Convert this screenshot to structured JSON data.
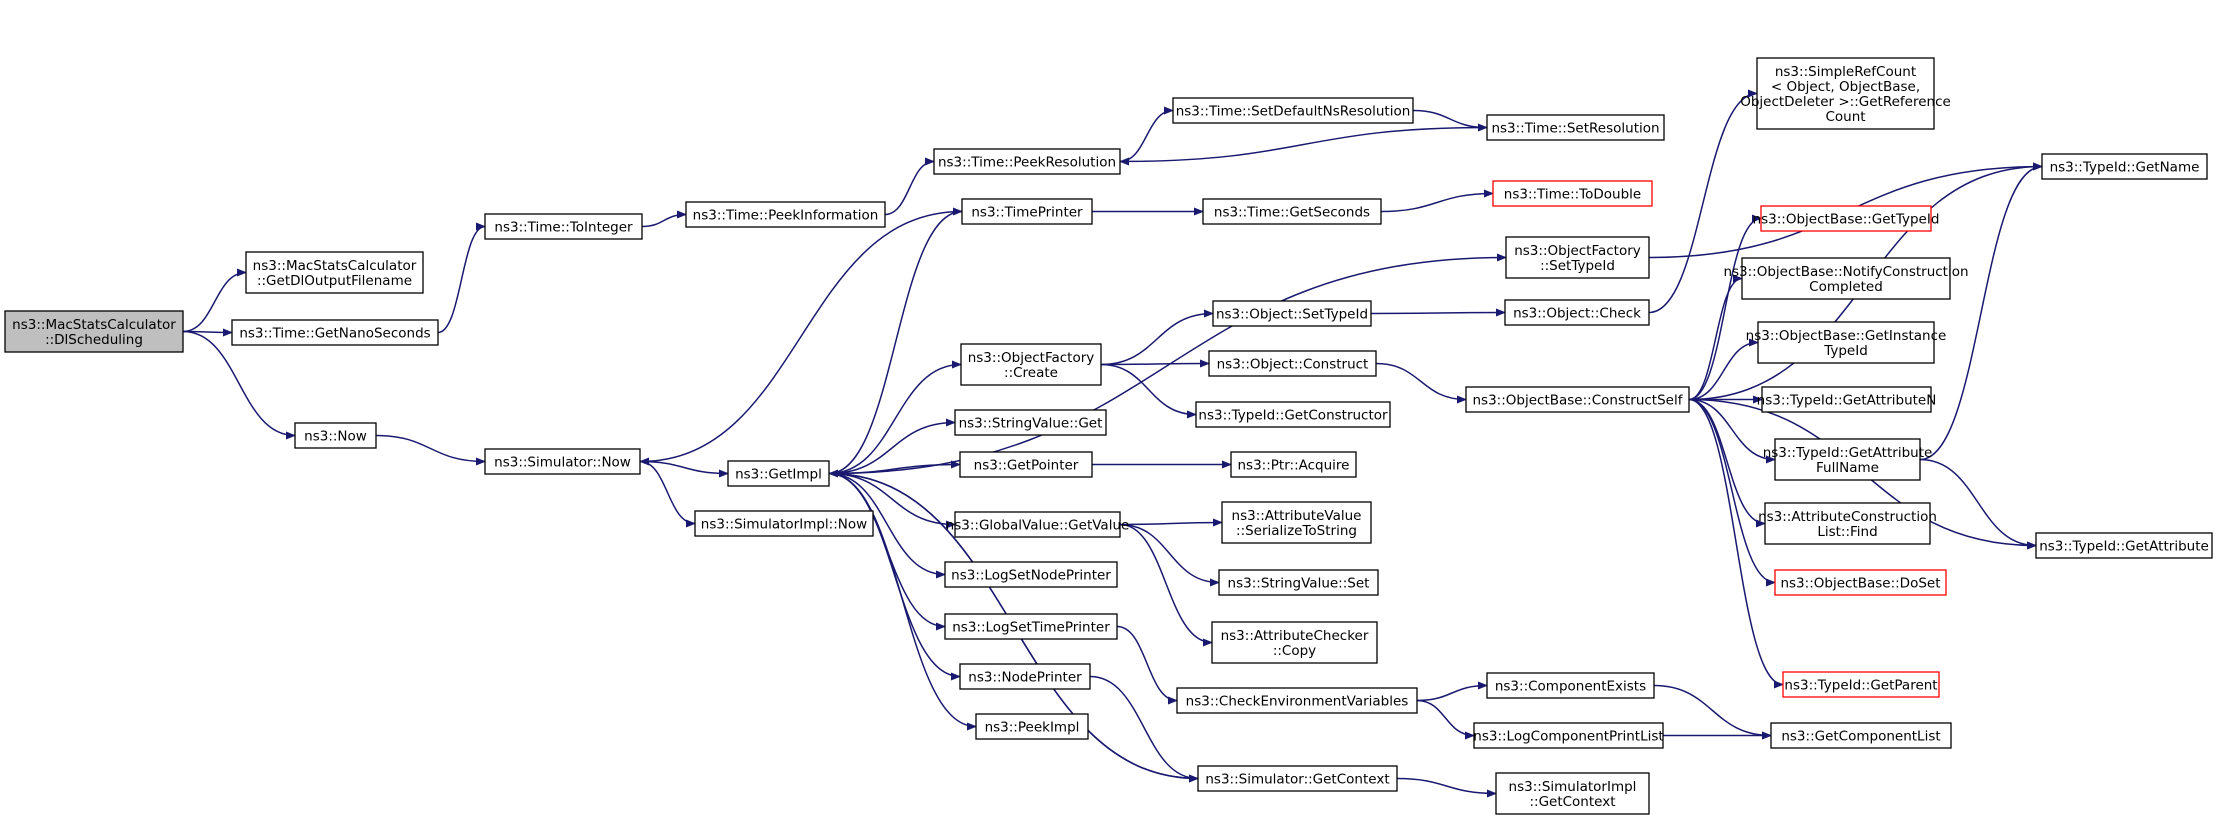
{
  "colors": {
    "edge": "#191970",
    "root_fill": "#bfbfbf",
    "node_border": "#000000",
    "incomplete_border": "#ff0000"
  },
  "nodes": {
    "root": {
      "lines": [
        "ns3::MacStatsCalculator",
        "::DlScheduling"
      ],
      "root": true
    },
    "getDlOutputFilename": {
      "lines": [
        "ns3::MacStatsCalculator",
        "::GetDlOutputFilename"
      ]
    },
    "getNanoSeconds": {
      "lines": [
        "ns3::Time::GetNanoSeconds"
      ]
    },
    "now": {
      "lines": [
        "ns3::Now"
      ]
    },
    "toInteger": {
      "lines": [
        "ns3::Time::ToInteger"
      ]
    },
    "peekInformation": {
      "lines": [
        "ns3::Time::PeekInformation"
      ]
    },
    "peekResolution": {
      "lines": [
        "ns3::Time::PeekResolution"
      ]
    },
    "setDefaultNsResolution": {
      "lines": [
        "ns3::Time::SetDefaultNsResolution"
      ]
    },
    "setResolution": {
      "lines": [
        "ns3::Time::SetResolution"
      ]
    },
    "simulatorNow": {
      "lines": [
        "ns3::Simulator::Now"
      ]
    },
    "simulatorImplNow": {
      "lines": [
        "ns3::SimulatorImpl::Now"
      ]
    },
    "getImpl": {
      "lines": [
        "ns3::GetImpl"
      ]
    },
    "timePrinter": {
      "lines": [
        "ns3::TimePrinter"
      ]
    },
    "getSeconds": {
      "lines": [
        "ns3::Time::GetSeconds"
      ]
    },
    "toDouble": {
      "lines": [
        "ns3::Time::ToDouble"
      ],
      "incomplete": true
    },
    "objectFactoryCreate": {
      "lines": [
        "ns3::ObjectFactory",
        "::Create"
      ]
    },
    "objectSetTypeId": {
      "lines": [
        "ns3::Object::SetTypeId"
      ]
    },
    "objectConstruct": {
      "lines": [
        "ns3::Object::Construct"
      ]
    },
    "getConstructor": {
      "lines": [
        "ns3::TypeId::GetConstructor"
      ]
    },
    "objectCheck": {
      "lines": [
        "ns3::Object::Check"
      ]
    },
    "objectFactorySetTypeId": {
      "lines": [
        "ns3::ObjectFactory",
        "::SetTypeId"
      ]
    },
    "constructSelf": {
      "lines": [
        "ns3::ObjectBase::ConstructSelf"
      ]
    },
    "simpleRefCount": {
      "lines": [
        "ns3::SimpleRefCount",
        "< Object, ObjectBase,",
        "ObjectDeleter >::GetReference",
        "Count"
      ]
    },
    "getName": {
      "lines": [
        "ns3::TypeId::GetName"
      ]
    },
    "getTypeId": {
      "lines": [
        "ns3::ObjectBase::GetTypeId"
      ],
      "incomplete": true
    },
    "notifyConstruction": {
      "lines": [
        "ns3::ObjectBase::NotifyConstruction",
        "Completed"
      ]
    },
    "getInstanceTypeId": {
      "lines": [
        "ns3::ObjectBase::GetInstance",
        "TypeId"
      ]
    },
    "getAttributeN": {
      "lines": [
        "ns3::TypeId::GetAttributeN"
      ]
    },
    "getAttributeFullName": {
      "lines": [
        "ns3::TypeId::GetAttribute",
        "FullName"
      ]
    },
    "getAttribute": {
      "lines": [
        "ns3::TypeId::GetAttribute"
      ]
    },
    "attrConstructionListFind": {
      "lines": [
        "ns3::AttributeConstruction",
        "List::Find"
      ]
    },
    "doSet": {
      "lines": [
        "ns3::ObjectBase::DoSet"
      ],
      "incomplete": true
    },
    "getParent": {
      "lines": [
        "ns3::TypeId::GetParent"
      ],
      "incomplete": true
    },
    "stringValueGet": {
      "lines": [
        "ns3::StringValue::Get"
      ]
    },
    "getPointer": {
      "lines": [
        "ns3::GetPointer"
      ]
    },
    "ptrAcquire": {
      "lines": [
        "ns3::Ptr::Acquire"
      ]
    },
    "globalValueGetValue": {
      "lines": [
        "ns3::GlobalValue::GetValue"
      ]
    },
    "serializeToString": {
      "lines": [
        "ns3::AttributeValue",
        "::SerializeToString"
      ]
    },
    "stringValueSet": {
      "lines": [
        "ns3::StringValue::Set"
      ]
    },
    "attributeCheckerCopy": {
      "lines": [
        "ns3::AttributeChecker",
        "::Copy"
      ]
    },
    "logSetNodePrinter": {
      "lines": [
        "ns3::LogSetNodePrinter"
      ]
    },
    "logSetTimePrinter": {
      "lines": [
        "ns3::LogSetTimePrinter"
      ]
    },
    "nodePrinter": {
      "lines": [
        "ns3::NodePrinter"
      ]
    },
    "peekImpl": {
      "lines": [
        "ns3::PeekImpl"
      ]
    },
    "checkEnvVars": {
      "lines": [
        "ns3::CheckEnvironmentVariables"
      ]
    },
    "componentExists": {
      "lines": [
        "ns3::ComponentExists"
      ]
    },
    "logComponentPrintList": {
      "lines": [
        "ns3::LogComponentPrintList"
      ]
    },
    "getComponentList": {
      "lines": [
        "ns3::GetComponentList"
      ]
    },
    "simulatorGetContext": {
      "lines": [
        "ns3::Simulator::GetContext"
      ]
    },
    "simulatorImplGetContext": {
      "lines": [
        "ns3::SimulatorImpl",
        "::GetContext"
      ]
    }
  },
  "edges": [
    [
      "root",
      "getDlOutputFilename"
    ],
    [
      "root",
      "getNanoSeconds"
    ],
    [
      "root",
      "now"
    ],
    [
      "getNanoSeconds",
      "toInteger"
    ],
    [
      "toInteger",
      "peekInformation"
    ],
    [
      "peekInformation",
      "peekResolution"
    ],
    [
      "peekResolution",
      "setDefaultNsResolution"
    ],
    [
      "setDefaultNsResolution",
      "setResolution"
    ],
    [
      "setResolution",
      "peekResolution"
    ],
    [
      "now",
      "simulatorNow"
    ],
    [
      "simulatorNow",
      "getImpl"
    ],
    [
      "simulatorNow",
      "simulatorImplNow"
    ],
    [
      "getImpl",
      "timePrinter"
    ],
    [
      "getImpl",
      "objectFactorySetTypeId"
    ],
    [
      "getImpl",
      "objectFactoryCreate"
    ],
    [
      "getImpl",
      "stringValueGet"
    ],
    [
      "getImpl",
      "getPointer"
    ],
    [
      "getImpl",
      "globalValueGetValue"
    ],
    [
      "getImpl",
      "logSetNodePrinter"
    ],
    [
      "getImpl",
      "logSetTimePrinter"
    ],
    [
      "getImpl",
      "nodePrinter"
    ],
    [
      "getImpl",
      "peekImpl"
    ],
    [
      "getImpl",
      "simulatorGetContext"
    ],
    [
      "timePrinter",
      "simulatorNow"
    ],
    [
      "timePrinter",
      "getSeconds"
    ],
    [
      "getSeconds",
      "toDouble"
    ],
    [
      "objectFactorySetTypeId",
      "getName"
    ],
    [
      "objectFactoryCreate",
      "objectSetTypeId"
    ],
    [
      "objectFactoryCreate",
      "objectConstruct"
    ],
    [
      "objectFactoryCreate",
      "getConstructor"
    ],
    [
      "objectSetTypeId",
      "objectCheck"
    ],
    [
      "objectCheck",
      "simpleRefCount"
    ],
    [
      "objectConstruct",
      "constructSelf"
    ],
    [
      "constructSelf",
      "getName"
    ],
    [
      "constructSelf",
      "getTypeId"
    ],
    [
      "constructSelf",
      "notifyConstruction"
    ],
    [
      "constructSelf",
      "getInstanceTypeId"
    ],
    [
      "constructSelf",
      "getAttributeN"
    ],
    [
      "constructSelf",
      "getAttributeFullName"
    ],
    [
      "constructSelf",
      "attrConstructionListFind"
    ],
    [
      "constructSelf",
      "doSet"
    ],
    [
      "constructSelf",
      "getParent"
    ],
    [
      "constructSelf",
      "getAttribute"
    ],
    [
      "getAttributeFullName",
      "getName"
    ],
    [
      "getAttributeFullName",
      "getAttribute"
    ],
    [
      "getPointer",
      "ptrAcquire"
    ],
    [
      "globalValueGetValue",
      "serializeToString"
    ],
    [
      "globalValueGetValue",
      "stringValueSet"
    ],
    [
      "globalValueGetValue",
      "attributeCheckerCopy"
    ],
    [
      "logSetTimePrinter",
      "checkEnvVars"
    ],
    [
      "nodePrinter",
      "simulatorGetContext"
    ],
    [
      "checkEnvVars",
      "componentExists"
    ],
    [
      "checkEnvVars",
      "logComponentPrintList"
    ],
    [
      "componentExists",
      "getComponentList"
    ],
    [
      "logComponentPrintList",
      "getComponentList"
    ],
    [
      "simulatorGetContext",
      "simulatorImplGetContext"
    ],
    [
      "simulatorGetContext",
      "getImpl"
    ]
  ]
}
